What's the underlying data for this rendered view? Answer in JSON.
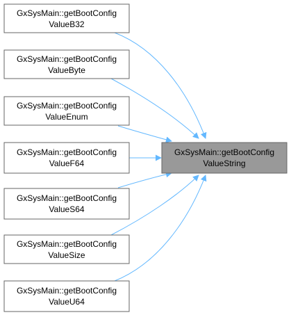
{
  "target": {
    "line1": "GxSysMain::getBootConfig",
    "line2": "ValueString"
  },
  "callers": [
    {
      "line1": "GxSysMain::getBootConfig",
      "line2": "ValueB32"
    },
    {
      "line1": "GxSysMain::getBootConfig",
      "line2": "ValueByte"
    },
    {
      "line1": "GxSysMain::getBootConfig",
      "line2": "ValueEnum"
    },
    {
      "line1": "GxSysMain::getBootConfig",
      "line2": "ValueF64"
    },
    {
      "line1": "GxSysMain::getBootConfig",
      "line2": "ValueS64"
    },
    {
      "line1": "GxSysMain::getBootConfig",
      "line2": "ValueSize"
    },
    {
      "line1": "GxSysMain::getBootConfig",
      "line2": "ValueU64"
    }
  ],
  "colors": {
    "edge": "#63b8ff",
    "node_border": "#666666",
    "node_fill": "#ffffff",
    "target_fill": "#999999",
    "text": "#000000"
  }
}
